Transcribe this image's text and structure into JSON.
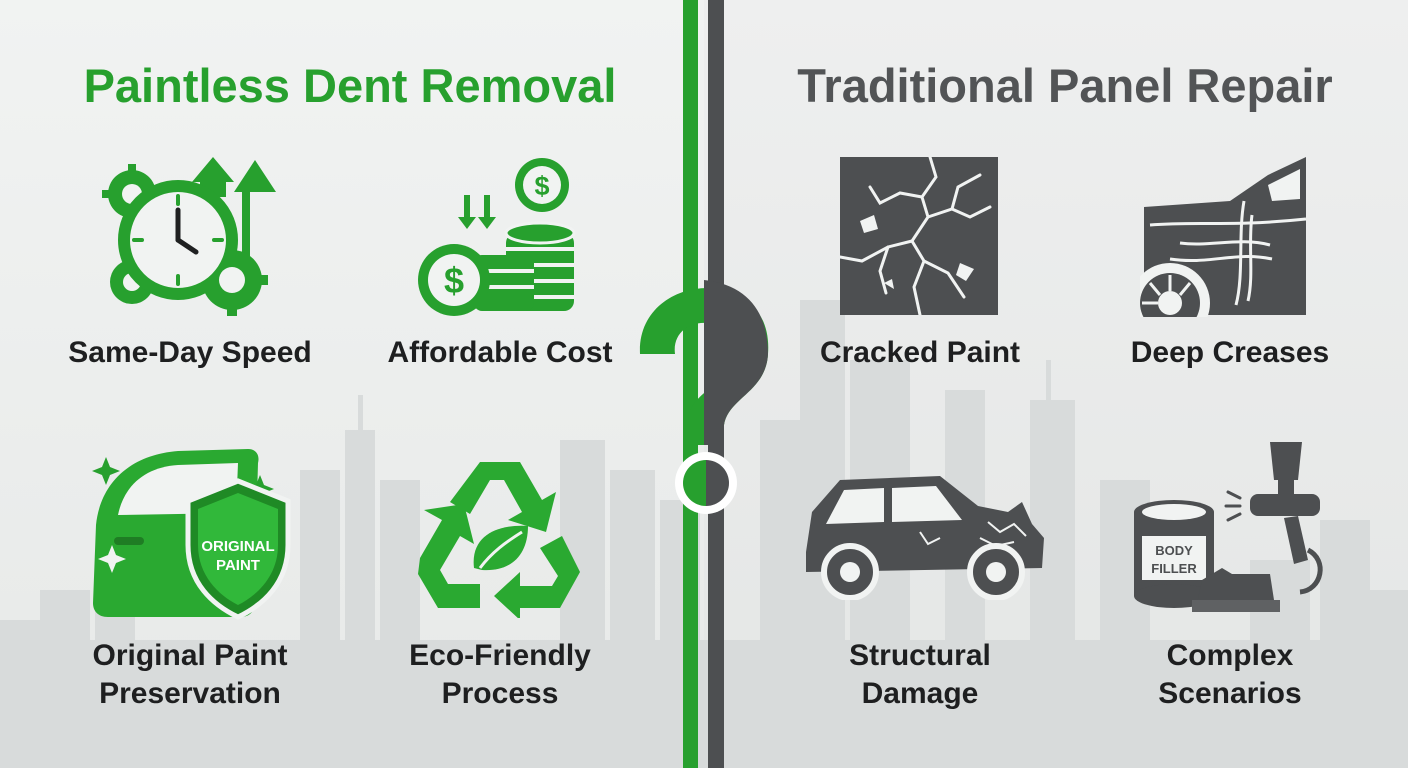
{
  "colors": {
    "accent_green": "#27a02e",
    "dark_gray": "#4d4f51",
    "text": "#1e1f20",
    "skyline": "#d3d6d6"
  },
  "left_panel": {
    "title": "Paintless Dent Removal",
    "items": [
      {
        "icon": "clock-gears-arrows-icon",
        "label": "Same-Day Speed"
      },
      {
        "icon": "dollar-coins-icon",
        "label": "Affordable Cost"
      },
      {
        "icon": "car-door-shield-icon",
        "badge_line1": "ORIGINAL",
        "badge_line2": "PAINT",
        "label_line1": "Original Paint",
        "label_line2": "Preservation"
      },
      {
        "icon": "recycle-leaf-icon",
        "label_line1": "Eco-Friendly",
        "label_line2": "Process"
      }
    ]
  },
  "right_panel": {
    "title": "Traditional Panel Repair",
    "items": [
      {
        "icon": "cracked-paint-icon",
        "label": "Cracked Paint"
      },
      {
        "icon": "creased-car-panel-icon",
        "label": "Deep Creases"
      },
      {
        "icon": "damaged-car-icon",
        "label_line1": "Structural",
        "label_line2": "Damage"
      },
      {
        "icon": "body-filler-spray-gun-icon",
        "badge_line1": "BODY",
        "badge_line2": "FILLER",
        "label_line1": "Complex",
        "label_line2": "Scenarios"
      }
    ]
  },
  "divider": {
    "icon": "question-mark-icon"
  }
}
